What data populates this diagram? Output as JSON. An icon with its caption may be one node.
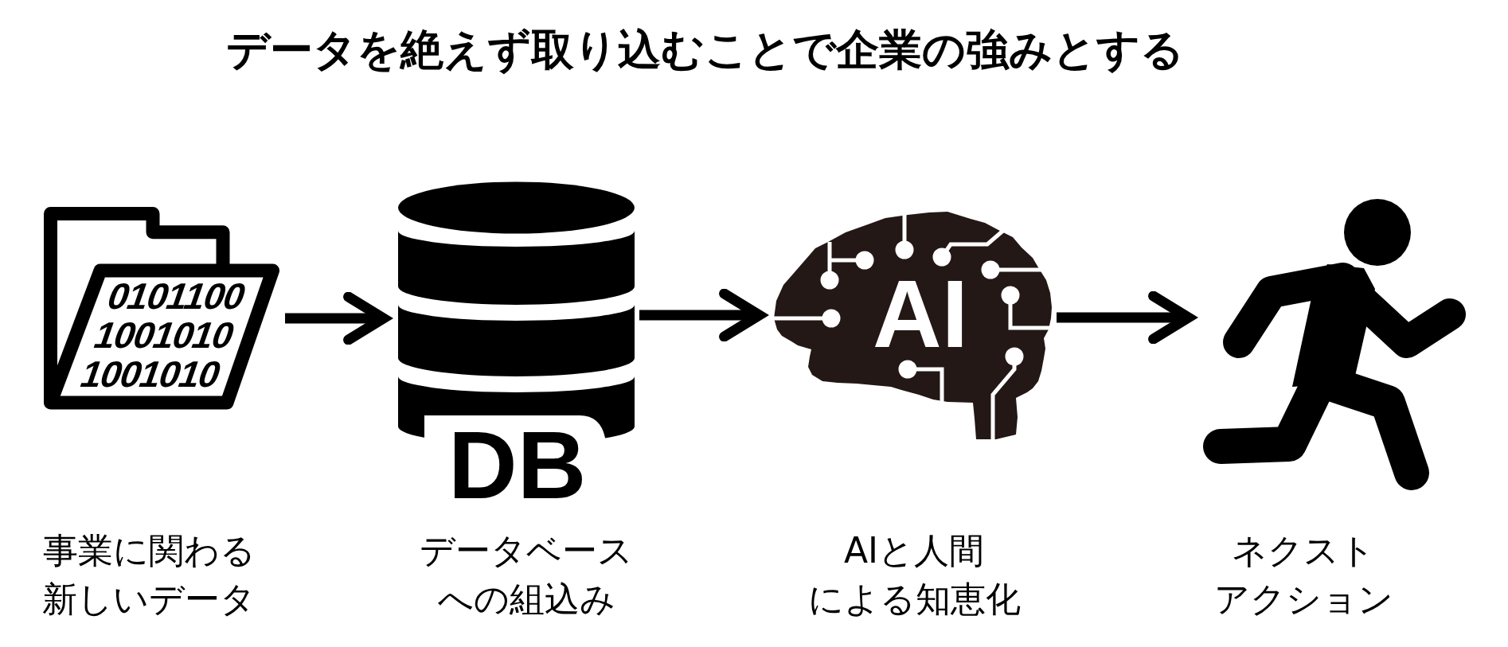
{
  "diagram": {
    "title": "データを絶えず取り込むことで企業の強みとする",
    "nodes": [
      {
        "text": [
          "0101100 1001010 1001010"
        ],
        "beside": [
          "事業に関わる新しいデータ"
        ]
      },
      {
        "text": [
          "DB"
        ],
        "beside": [
          "データベースへの組込み"
        ]
      },
      {
        "text": [
          "AI"
        ],
        "beside": [
          "AIと人間による知恵化"
        ]
      },
      {
        "text": [],
        "shape": "person",
        "beside": [
          "ネクストアクション"
        ]
      }
    ],
    "edges": [
      {
        "from": 0,
        "to": 1,
        "arrow": "to"
      },
      {
        "from": 1,
        "to": 2,
        "arrow": "to"
      },
      {
        "from": 2,
        "to": 3,
        "arrow": "to"
      }
    ]
  }
}
